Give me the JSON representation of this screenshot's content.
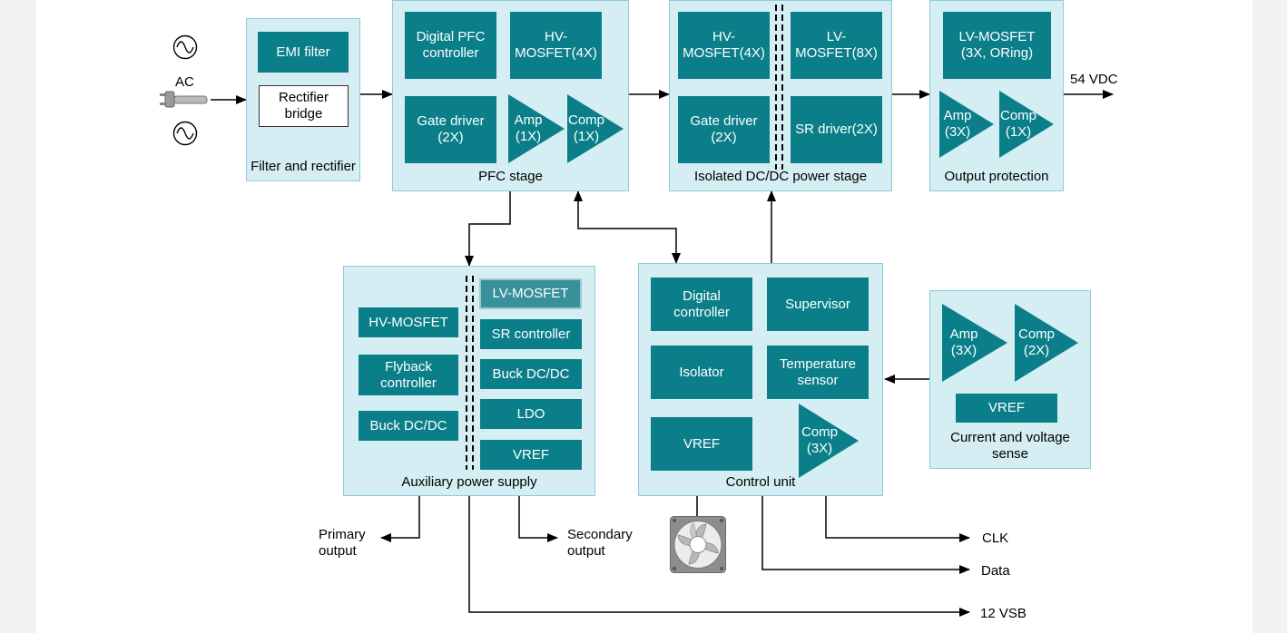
{
  "ac_input": {
    "label": "AC"
  },
  "filter_rectifier": {
    "caption": "Filter and rectifier",
    "emi_filter": "EMI filter",
    "rectifier_bridge": "Rectifier\nbridge"
  },
  "pfc_stage": {
    "caption": "PFC stage",
    "digital_pfc_controller": "Digital PFC\ncontroller",
    "hv_mosfet": "HV-\nMOSFET(4X)",
    "gate_driver": "Gate driver\n(2X)",
    "amp": "Amp\n(1X)",
    "comp": "Comp\n(1X)"
  },
  "isolated_dcdc": {
    "caption": "Isolated DC/DC power stage",
    "hv_mosfet": "HV-\nMOSFET(4X)",
    "lv_mosfet": "LV-\nMOSFET(8X)",
    "gate_driver": "Gate driver\n(2X)",
    "sr_driver": "SR driver(2X)"
  },
  "output_protection": {
    "caption": "Output protection",
    "lv_mosfet": "LV-MOSFET\n(3X, ORing)",
    "amp": "Amp\n(3X)",
    "comp": "Comp\n(1X)",
    "output_label": "54 VDC"
  },
  "aux_supply": {
    "caption": "Auxiliary power supply",
    "hv_mosfet": "HV-MOSFET",
    "flyback_controller": "Flyback\ncontroller",
    "buck_primary": "Buck DC/DC",
    "lv_mosfet": "LV-MOSFET",
    "sr_controller": "SR controller",
    "buck_secondary": "Buck DC/DC",
    "ldo": "LDO",
    "vref": "VREF",
    "primary_output": "Primary\noutput",
    "secondary_output": "Secondary\noutput",
    "vsb_output": "12 VSB"
  },
  "control_unit": {
    "caption": "Control unit",
    "digital_controller": "Digital\ncontroller",
    "supervisor": "Supervisor",
    "isolator": "Isolator",
    "temperature_sensor": "Temperature\nsensor",
    "vref": "VREF",
    "comp": "Comp\n(3X)",
    "clk_output": "CLK",
    "data_output": "Data"
  },
  "sense": {
    "caption": "Current and voltage\nsense",
    "amp": "Amp\n(3X)",
    "comp": "Comp\n(2X)",
    "vref": "VREF"
  },
  "colors": {
    "block": "#0b7f89",
    "panel": "#d5eef3",
    "panel_border": "#8fcbd8",
    "wire": "#000000"
  },
  "icons": [
    "sine-wave-icon",
    "power-plug-icon",
    "cooling-fan-icon"
  ]
}
